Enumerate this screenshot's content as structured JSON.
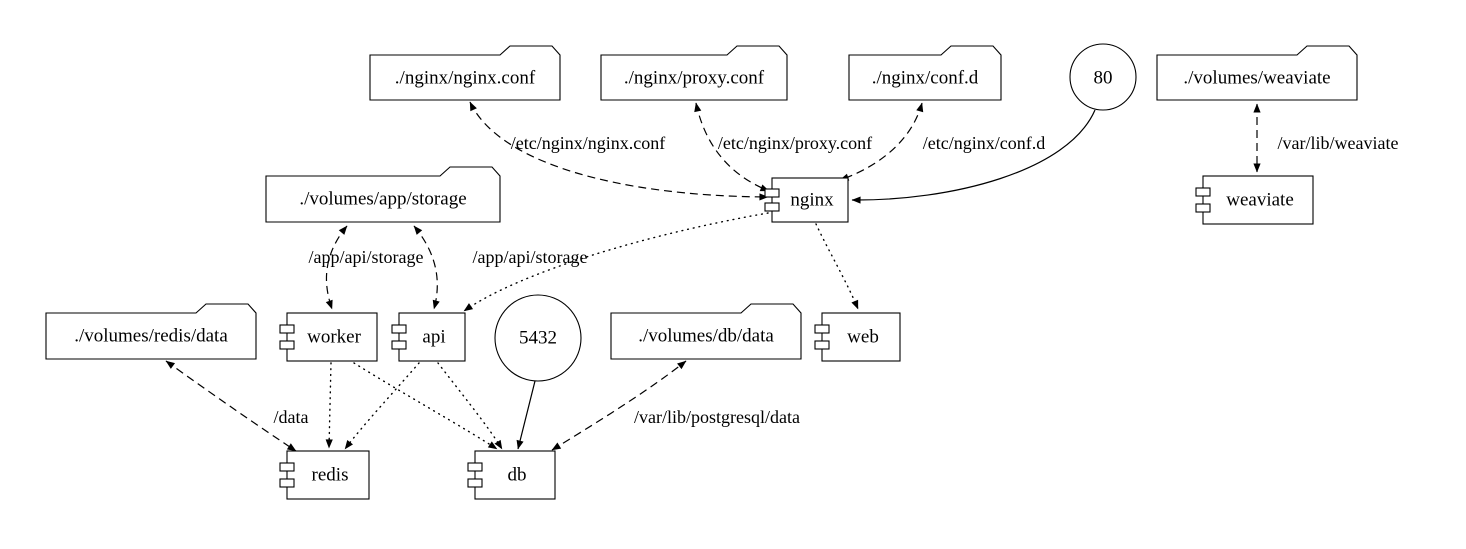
{
  "diagram": {
    "kind": "docker-compose-graph",
    "colors": {
      "background": "#ffffff",
      "stroke": "#000000",
      "text": "#000000"
    },
    "nodes": {
      "nginx_conf": {
        "label": "./nginx/nginx.conf",
        "shape": "folder"
      },
      "proxy_conf": {
        "label": "./nginx/proxy.conf",
        "shape": "folder"
      },
      "conf_d": {
        "label": "./nginx/conf.d",
        "shape": "folder"
      },
      "port_80": {
        "label": "80",
        "shape": "circle"
      },
      "volumes_weaviate": {
        "label": "./volumes/weaviate",
        "shape": "folder"
      },
      "volumes_app_storage": {
        "label": "./volumes/app/storage",
        "shape": "folder"
      },
      "nginx": {
        "label": "nginx",
        "shape": "component"
      },
      "weaviate": {
        "label": "weaviate",
        "shape": "component"
      },
      "volumes_redis_data": {
        "label": "./volumes/redis/data",
        "shape": "folder"
      },
      "worker": {
        "label": "worker",
        "shape": "component"
      },
      "api": {
        "label": "api",
        "shape": "component"
      },
      "port_5432": {
        "label": "5432",
        "shape": "circle"
      },
      "volumes_db_data": {
        "label": "./volumes/db/data",
        "shape": "folder"
      },
      "web": {
        "label": "web",
        "shape": "component"
      },
      "redis": {
        "label": "redis",
        "shape": "component"
      },
      "db": {
        "label": "db",
        "shape": "component"
      }
    },
    "edges": {
      "nginx_to_nginx_conf": {
        "from": "nginx",
        "to": "nginx_conf",
        "style": "dashed",
        "arrows": "both",
        "label": "/etc/nginx/nginx.conf"
      },
      "nginx_to_proxy_conf": {
        "from": "nginx",
        "to": "proxy_conf",
        "style": "dashed",
        "arrows": "both",
        "label": "/etc/nginx/proxy.conf"
      },
      "nginx_to_conf_d": {
        "from": "nginx",
        "to": "conf_d",
        "style": "dashed",
        "arrows": "both",
        "label": "/etc/nginx/conf.d"
      },
      "port_80_to_nginx": {
        "from": "port_80",
        "to": "nginx",
        "style": "solid",
        "arrows": "end"
      },
      "weaviate_to_volume": {
        "from": "weaviate",
        "to": "volumes_weaviate",
        "style": "dashed",
        "arrows": "both",
        "label": "/var/lib/weaviate"
      },
      "worker_to_storage": {
        "from": "worker",
        "to": "volumes_app_storage",
        "style": "dashed",
        "arrows": "both",
        "label": "/app/api/storage"
      },
      "api_to_storage": {
        "from": "api",
        "to": "volumes_app_storage",
        "style": "dashed",
        "arrows": "both",
        "label": "/app/api/storage"
      },
      "nginx_to_api": {
        "from": "nginx",
        "to": "api",
        "style": "dotted",
        "arrows": "end"
      },
      "nginx_to_web": {
        "from": "nginx",
        "to": "web",
        "style": "dotted",
        "arrows": "end"
      },
      "worker_to_redis": {
        "from": "worker",
        "to": "redis",
        "style": "dotted",
        "arrows": "end"
      },
      "worker_to_db": {
        "from": "worker",
        "to": "db",
        "style": "dotted",
        "arrows": "end"
      },
      "api_to_redis": {
        "from": "api",
        "to": "redis",
        "style": "dotted",
        "arrows": "end"
      },
      "api_to_db": {
        "from": "api",
        "to": "db",
        "style": "dotted",
        "arrows": "end"
      },
      "redis_to_volume": {
        "from": "redis",
        "to": "volumes_redis_data",
        "style": "dashed",
        "arrows": "both",
        "label": "/data"
      },
      "db_to_volume": {
        "from": "db",
        "to": "volumes_db_data",
        "style": "dashed",
        "arrows": "both",
        "label": "/var/lib/postgresql/data"
      },
      "port_5432_to_db": {
        "from": "port_5432",
        "to": "db",
        "style": "solid",
        "arrows": "end"
      }
    }
  }
}
